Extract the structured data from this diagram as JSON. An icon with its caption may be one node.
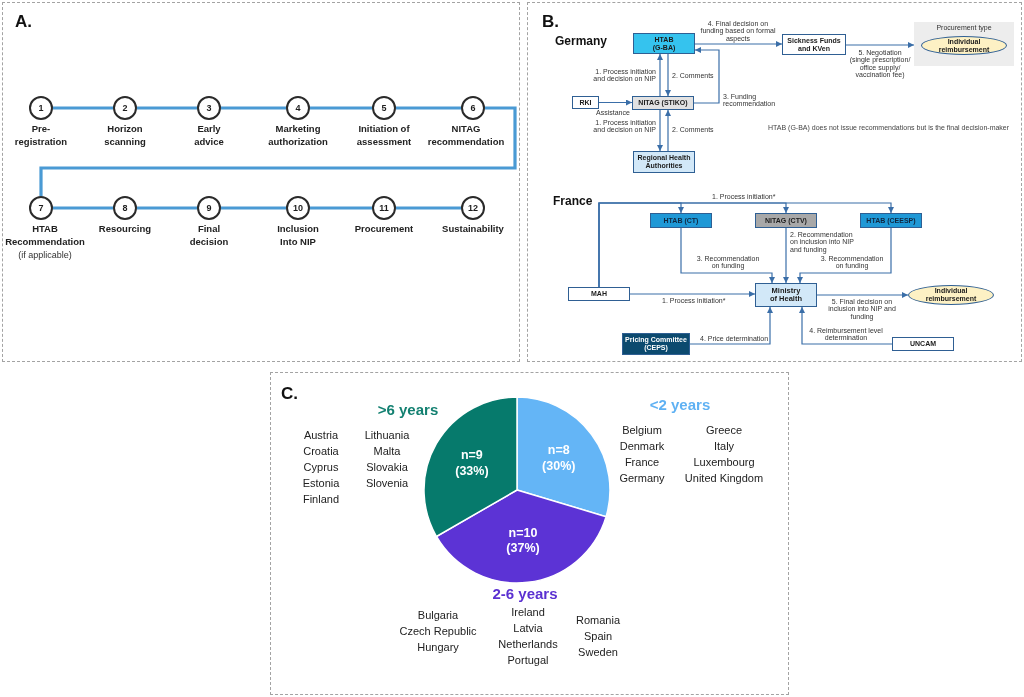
{
  "diagram": {
    "nodes": [
      {
        "text": [
          "A."
        ]
      },
      {
        "text": [
          "1"
        ],
        "in": 0,
        "beside": [
          "Pre-registration"
        ]
      },
      {
        "text": [
          "2"
        ],
        "in": 0,
        "beside": [
          "Horizon scanning"
        ]
      },
      {
        "text": [
          "3"
        ],
        "in": 0,
        "beside": [
          "Early advice"
        ]
      },
      {
        "text": [
          "4"
        ],
        "in": 0,
        "beside": [
          "Marketing authorization"
        ]
      },
      {
        "text": [
          "5"
        ],
        "in": 0,
        "beside": [
          "Initiation of assessment"
        ]
      },
      {
        "text": [
          "6"
        ],
        "in": 0,
        "beside": [
          "NITAG recommendation"
        ]
      },
      {
        "text": [
          "7"
        ],
        "in": 0,
        "beside": [
          "HTAB Recommendation",
          "(if applicable)"
        ]
      },
      {
        "text": [
          "8"
        ],
        "in": 0,
        "beside": [
          "Resourcing"
        ]
      },
      {
        "text": [
          "9"
        ],
        "in": 0,
        "beside": [
          "Final decision"
        ]
      },
      {
        "text": [
          "10"
        ],
        "in": 0,
        "beside": [
          "Inclusion Into NIP"
        ]
      },
      {
        "text": [
          "11"
        ],
        "in": 0,
        "beside": [
          "Procurement"
        ]
      },
      {
        "text": [
          "12"
        ],
        "in": 0,
        "beside": [
          "Sustainability"
        ]
      },
      {
        "text": [
          "B."
        ]
      },
      {
        "text": [
          "HTAB (G-BA)"
        ],
        "in": 13
      },
      {
        "text": [
          "Sickness Funds and KVen"
        ],
        "in": 13
      },
      {
        "text": [
          "Procurement type"
        ],
        "in": 13
      },
      {
        "text": [
          "Individual reimbursement"
        ],
        "in": 16
      },
      {
        "text": [
          "RKI"
        ],
        "in": 13
      },
      {
        "text": [
          "NITAG (STIKO)"
        ],
        "in": 13
      },
      {
        "text": [
          "Regional Health Authorities"
        ],
        "in": 13
      },
      {
        "text": [
          "HTAB (CT)"
        ],
        "in": 13
      },
      {
        "text": [
          "NITAG (CTV)"
        ],
        "in": 13
      },
      {
        "text": [
          "HTAB (CEESP)"
        ],
        "in": 13
      },
      {
        "text": [
          "MAH"
        ],
        "in": 13
      },
      {
        "text": [
          "Ministry of Health"
        ],
        "in": 13
      },
      {
        "text": [
          "Individual reimbursement"
        ],
        "in": 13
      },
      {
        "text": [
          "Pricing Committee (CEPS)"
        ],
        "in": 13
      },
      {
        "text": [
          "UNCAM"
        ],
        "in": 13
      },
      {
        "text": [
          "C."
        ]
      }
    ],
    "edges": [
      {
        "from": 1,
        "to": 2,
        "arrow": "none",
        "style": "thick",
        "color": "#4a9ad4"
      },
      {
        "from": 2,
        "to": 3,
        "arrow": "none",
        "style": "thick",
        "color": "#4a9ad4"
      },
      {
        "from": 3,
        "to": 4,
        "arrow": "none",
        "style": "thick",
        "color": "#4a9ad4"
      },
      {
        "from": 4,
        "to": 5,
        "arrow": "none",
        "style": "thick",
        "color": "#4a9ad4"
      },
      {
        "from": 5,
        "to": 6,
        "arrow": "none",
        "style": "thick",
        "color": "#4a9ad4"
      },
      {
        "from": 6,
        "to": 7,
        "arrow": "none",
        "style": "thick",
        "color": "#4a9ad4"
      },
      {
        "from": 7,
        "to": 8,
        "arrow": "none",
        "style": "thick",
        "color": "#4a9ad4"
      },
      {
        "from": 8,
        "to": 9,
        "arrow": "none",
        "style": "thick",
        "color": "#4a9ad4"
      },
      {
        "from": 9,
        "to": 10,
        "arrow": "none",
        "style": "thick",
        "color": "#4a9ad4"
      },
      {
        "from": 10,
        "to": 11,
        "arrow": "none",
        "style": "thick",
        "color": "#4a9ad4"
      },
      {
        "from": 11,
        "to": 12,
        "arrow": "none",
        "style": "thick",
        "color": "#4a9ad4"
      },
      {
        "from": 19,
        "to": 14,
        "arrow": "to",
        "label": "1. Process initiation and decision on NIP"
      },
      {
        "from": 14,
        "to": 19,
        "arrow": "to",
        "label": "2. Comments"
      },
      {
        "from": 19,
        "to": 14,
        "arrow": "to",
        "label": "3. Funding recommendation"
      },
      {
        "from": 18,
        "to": 19,
        "arrow": "to",
        "label": "Assistance"
      },
      {
        "from": 19,
        "to": 20,
        "arrow": "to",
        "label": "1. Process initiation and decision on NIP"
      },
      {
        "from": 20,
        "to": 19,
        "arrow": "to",
        "label": "2. Comments"
      },
      {
        "from": 14,
        "to": 15,
        "arrow": "to",
        "label": "4. Final decision on funding based on formal aspects"
      },
      {
        "from": 15,
        "to": 16,
        "arrow": "to",
        "label": "5. Negotiation (single prescription/ office supply/ vaccination fee)"
      },
      {
        "from": 24,
        "to": 21,
        "arrow": "to"
      },
      {
        "from": 24,
        "to": 22,
        "arrow": "to",
        "label": "1. Process initiation*"
      },
      {
        "from": 24,
        "to": 23,
        "arrow": "to"
      },
      {
        "from": 24,
        "to": 25,
        "arrow": "to",
        "label": "1. Process initiation*"
      },
      {
        "from": 21,
        "to": 25,
        "arrow": "to",
        "label": "3. Recommendation on funding"
      },
      {
        "from": 22,
        "to": 25,
        "arrow": "to",
        "label": "2. Recommendation on inclusion into NIP and funding"
      },
      {
        "from": 23,
        "to": 25,
        "arrow": "to",
        "label": "3. Recommendation on funding"
      },
      {
        "from": 25,
        "to": 26,
        "arrow": "to",
        "label": "5. Final decision on inclusion into NIP and funding"
      },
      {
        "from": 27,
        "to": 25,
        "arrow": "to",
        "label": "4. Price determination"
      },
      {
        "from": 28,
        "to": 25,
        "arrow": "to",
        "label": "4. Reimbursement level determination"
      }
    ],
    "labels": [
      "Germany",
      "HTAB (G-BA) does not issue recommendations but is the final decision-maker",
      "France",
      "Austria",
      "Croatia",
      "Cyprus",
      "Estonia",
      "Finland",
      "Lithuania",
      "Malta",
      "Slovakia",
      "Slovenia",
      "Belgium",
      "Denmark",
      "France",
      "Germany",
      "Greece",
      "Italy",
      "Luxembourg",
      "United Kingdom",
      "Bulgaria",
      "Czech Republic",
      "Hungary",
      "Ireland",
      "Latvia",
      "Netherlands",
      "Portugal",
      "Romania",
      "Spain",
      "Sweden"
    ],
    "chart_data": {
      "type": "pie",
      "categories": [
        "<2 years",
        "2-6 years",
        ">6 years"
      ],
      "values": [
        8,
        10,
        9
      ],
      "value_labels": [
        "n=8 (30%)",
        "n=10 (37%)",
        "n=9 (33%)"
      ]
    }
  }
}
